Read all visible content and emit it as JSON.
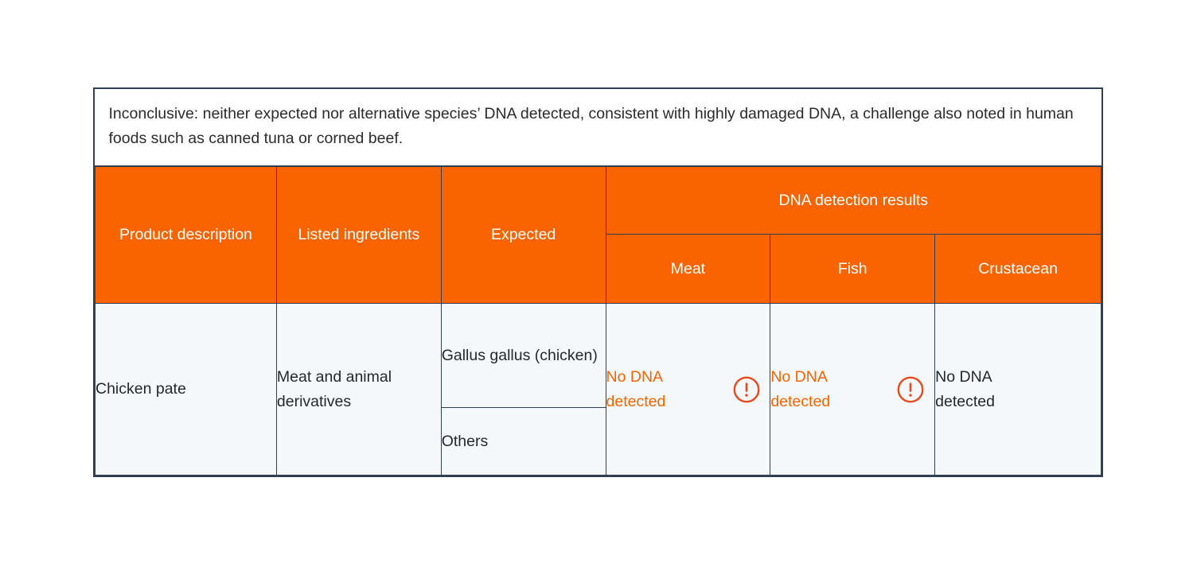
{
  "colors": {
    "header_orange": "#f96300",
    "alert_orange": "#f96300",
    "icon_orange": "#e8491d",
    "border": "#2e4052",
    "cell_background": "#f4f8fa",
    "caption_background": "#ffffff",
    "text_dark": "#25282b"
  },
  "caption": {
    "text": "Inconclusive: neither expected nor alternative species’ DNA detected, consistent with highly damaged DNA, a challenge also noted in human foods such as canned tuna or corned beef."
  },
  "table": {
    "headers": {
      "product_description": "Product description",
      "listed_ingredients": "Listed ingredients",
      "expected": "Expected",
      "dna_group": "DNA detection results",
      "meat": "Meat",
      "fish": "Fish",
      "crustacean": "Crustacean"
    },
    "rows": [
      {
        "product_description": "Chicken pate",
        "listed_ingredients": "Meat and animal derivatives",
        "expected": [
          "Gallus gallus (chicken)",
          "Others"
        ],
        "results": {
          "meat": {
            "text": "No DNA detected",
            "alert": true,
            "icon": "alert-circle-icon"
          },
          "fish": {
            "text": "No DNA detected",
            "alert": true,
            "icon": "alert-circle-icon"
          },
          "crustacean": {
            "text": "No DNA detected",
            "alert": false,
            "icon": null
          }
        }
      }
    ]
  }
}
